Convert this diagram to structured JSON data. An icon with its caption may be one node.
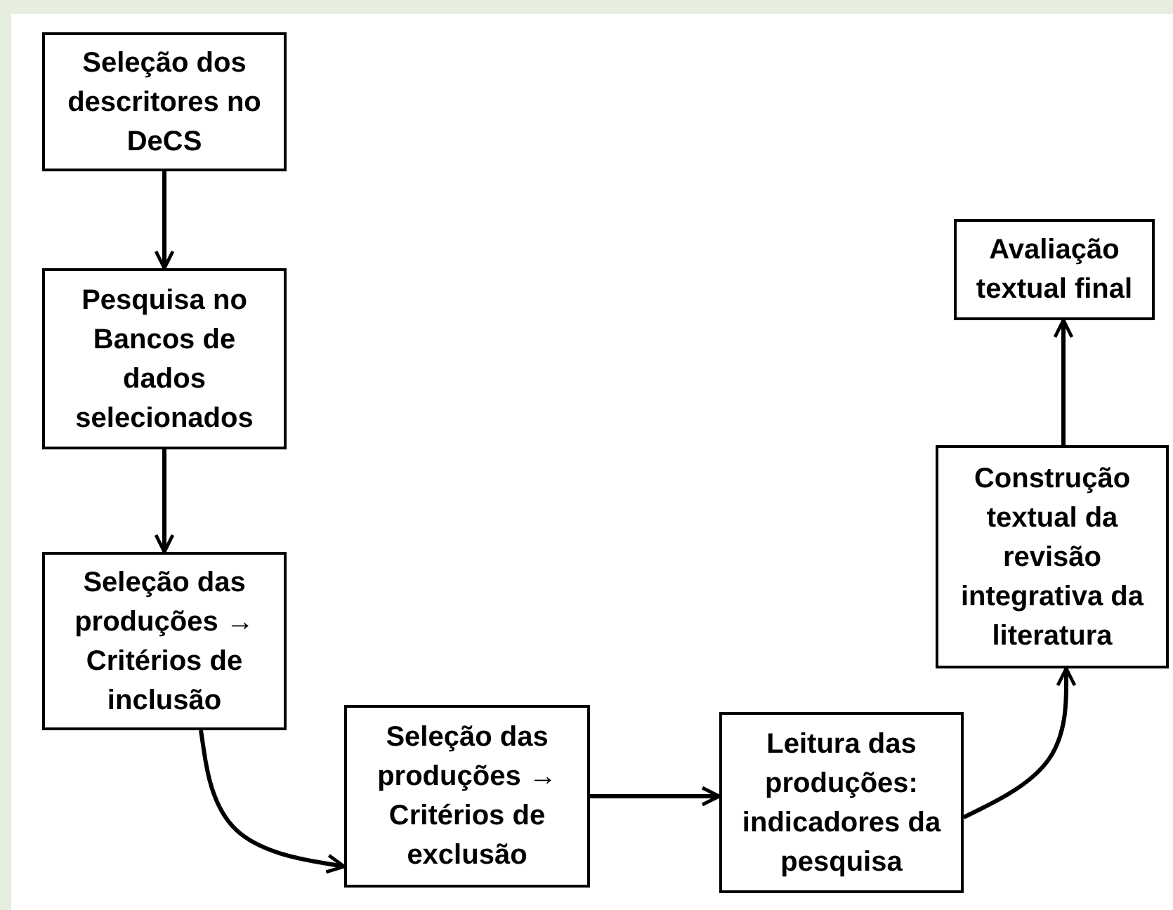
{
  "diagram": {
    "nodes": [
      {
        "text": [
          "Seleção dos descritores no DeCS"
        ]
      },
      {
        "text": [
          "Pesquisa no Bancos de dados selecionados"
        ]
      },
      {
        "text": [
          "Seleção das produções → Critérios de inclusão"
        ]
      },
      {
        "text": [
          "Seleção das produções → Critérios de exclusão"
        ]
      },
      {
        "text": [
          "Leitura das produções: indicadores da pesquisa"
        ]
      },
      {
        "text": [
          "Construção textual da revisão integrativa da literatura"
        ]
      },
      {
        "text": [
          "Avaliação textual final"
        ]
      }
    ],
    "edges": [
      {
        "from": 0,
        "to": 1,
        "arrow": "to"
      },
      {
        "from": 1,
        "to": 2,
        "arrow": "to"
      },
      {
        "from": 2,
        "to": 3,
        "arrow": "to"
      },
      {
        "from": 3,
        "to": 4,
        "arrow": "to"
      },
      {
        "from": 4,
        "to": 5,
        "arrow": "to"
      },
      {
        "from": 5,
        "to": 6,
        "arrow": "to"
      }
    ]
  }
}
